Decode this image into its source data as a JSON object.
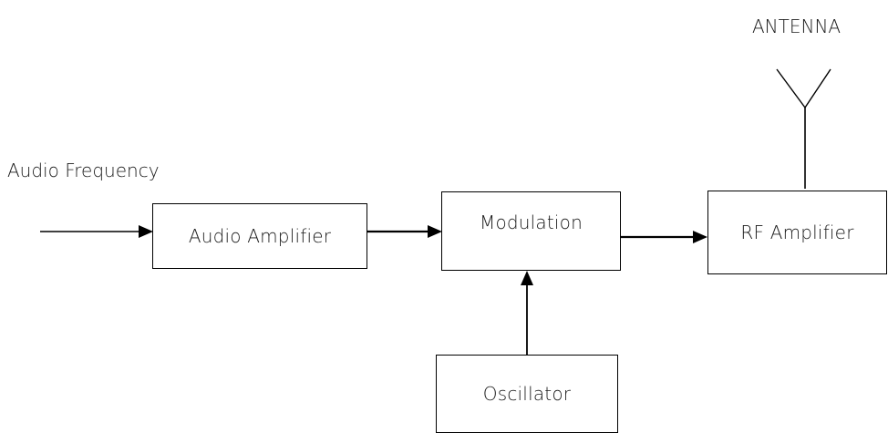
{
  "labels": {
    "input": "Audio Frequency",
    "antenna": "ANTENNA"
  },
  "blocks": {
    "audio_amplifier": "Audio Amplifier",
    "modulation": "Modulation",
    "rf_amplifier": "RF Amplifier",
    "oscillator": "Oscillator"
  },
  "colors": {
    "line": "#000000",
    "background": "#ffffff"
  }
}
